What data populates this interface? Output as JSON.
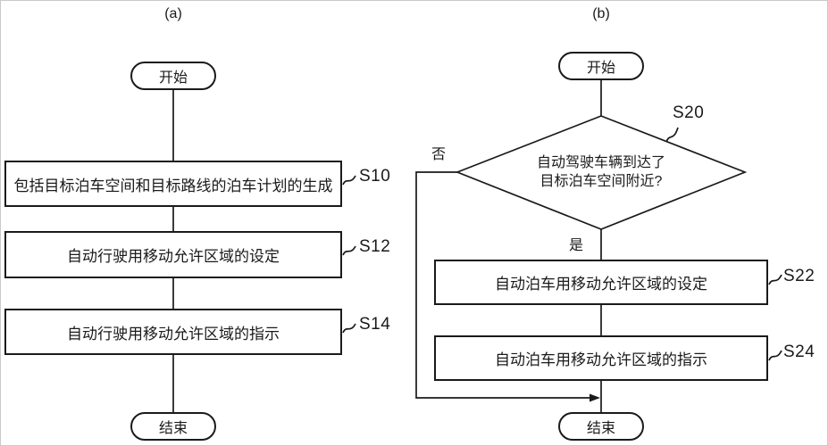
{
  "colors": {
    "line": "#1a1a1a",
    "background": "#ffffff"
  },
  "diagram_a": {
    "caption": "(a)",
    "start_label": "开始",
    "end_label": "结束",
    "steps": [
      {
        "id": "S10",
        "text": "包括目标泊车空间和目标路线的泊车计划的生成"
      },
      {
        "id": "S12",
        "text": "自动行驶用移动允许区域的设定"
      },
      {
        "id": "S14",
        "text": "自动行驶用移动允许区域的指示"
      }
    ]
  },
  "diagram_b": {
    "caption": "(b)",
    "start_label": "开始",
    "end_label": "结束",
    "decision": {
      "id": "S20",
      "line1": "自动驾驶车辆到达了",
      "line2": "目标泊车空间附近?",
      "no_label": "否",
      "yes_label": "是"
    },
    "steps": [
      {
        "id": "S22",
        "text": "自动泊车用移动允许区域的设定"
      },
      {
        "id": "S24",
        "text": "自动泊车用移动允许区域的指示"
      }
    ]
  }
}
